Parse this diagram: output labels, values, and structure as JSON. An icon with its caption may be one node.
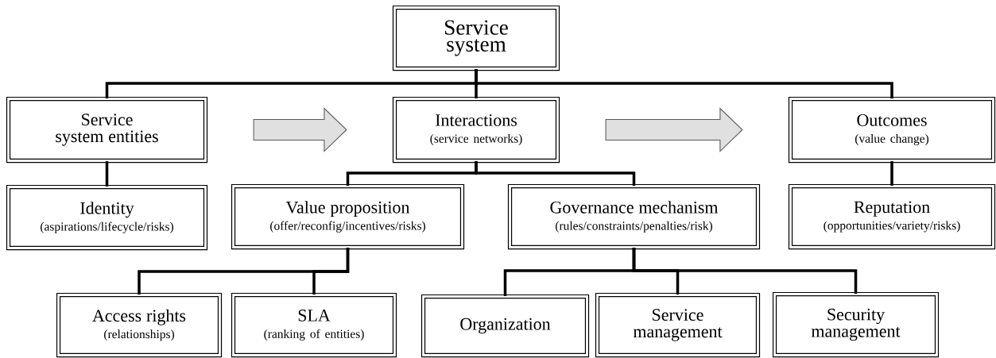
{
  "diagram": {
    "nodes": [
      {
        "text": [
          "Service system"
        ]
      },
      {
        "text": [
          "Service system entities"
        ]
      },
      {
        "text": [
          "Interactions",
          "(service networks)"
        ]
      },
      {
        "text": [
          "Outcomes",
          "(value change)"
        ]
      },
      {
        "text": [
          "Identity",
          "(aspirations/lifecycle/risks)"
        ]
      },
      {
        "text": [
          "Value proposition",
          "(offer/reconfig/incentives/risks)"
        ]
      },
      {
        "text": [
          "Governance mechanism",
          "(rules/constraints/penalties/risk)"
        ]
      },
      {
        "text": [
          "Reputation",
          "(opportunities/variety/risks)"
        ]
      },
      {
        "text": [
          "Access rights",
          "(relationships)"
        ]
      },
      {
        "text": [
          "SLA",
          "(ranking of entities)"
        ]
      },
      {
        "text": [
          "Organization"
        ]
      },
      {
        "text": [
          "Service management"
        ]
      },
      {
        "text": [
          "Security management"
        ]
      }
    ],
    "edges": [
      {
        "from": 0,
        "to": 1,
        "arrow": "none"
      },
      {
        "from": 0,
        "to": 2,
        "arrow": "none"
      },
      {
        "from": 0,
        "to": 3,
        "arrow": "none"
      },
      {
        "from": 1,
        "to": 4,
        "arrow": "none"
      },
      {
        "from": 2,
        "to": 5,
        "arrow": "none"
      },
      {
        "from": 2,
        "to": 6,
        "arrow": "none"
      },
      {
        "from": 3,
        "to": 7,
        "arrow": "none"
      },
      {
        "from": 5,
        "to": 8,
        "arrow": "none"
      },
      {
        "from": 5,
        "to": 9,
        "arrow": "none"
      },
      {
        "from": 6,
        "to": 10,
        "arrow": "none"
      },
      {
        "from": 6,
        "to": 11,
        "arrow": "none"
      },
      {
        "from": 6,
        "to": 12,
        "arrow": "none"
      },
      {
        "from": 1,
        "to": 2,
        "arrow": "to",
        "style": "thick"
      },
      {
        "from": 2,
        "to": 3,
        "arrow": "to",
        "style": "thick"
      }
    ]
  }
}
